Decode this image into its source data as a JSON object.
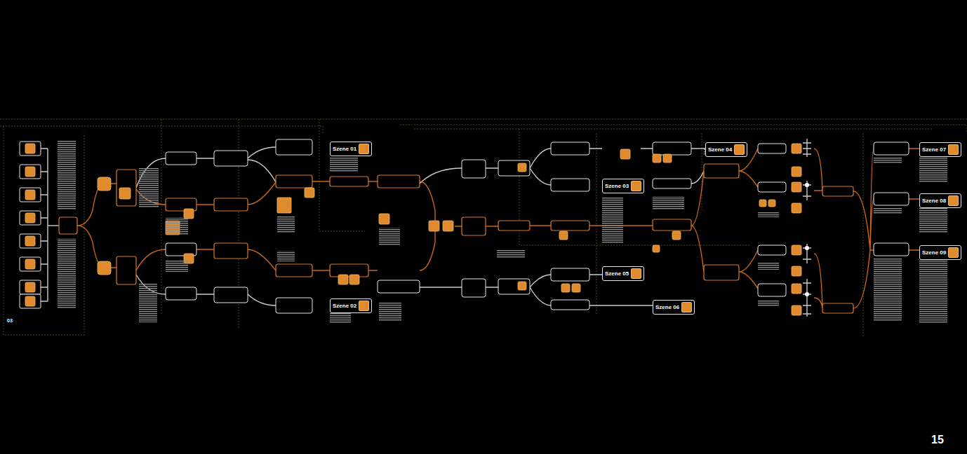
{
  "diagram": {
    "nodes": [
      {
        "text": [
          "Szene 01"
        ]
      },
      {
        "text": [
          "Szene 02"
        ]
      },
      {
        "text": [
          "Szene 03"
        ]
      },
      {
        "text": [
          "Szene 04"
        ]
      },
      {
        "text": [
          "Szene 05"
        ]
      },
      {
        "text": [
          "Szene 06"
        ]
      },
      {
        "text": [
          "Szene 07"
        ]
      },
      {
        "text": [
          "Szene 08"
        ]
      },
      {
        "text": [
          "Szene 09"
        ]
      }
    ],
    "edges": [],
    "labels": [
      "15",
      "03"
    ]
  }
}
